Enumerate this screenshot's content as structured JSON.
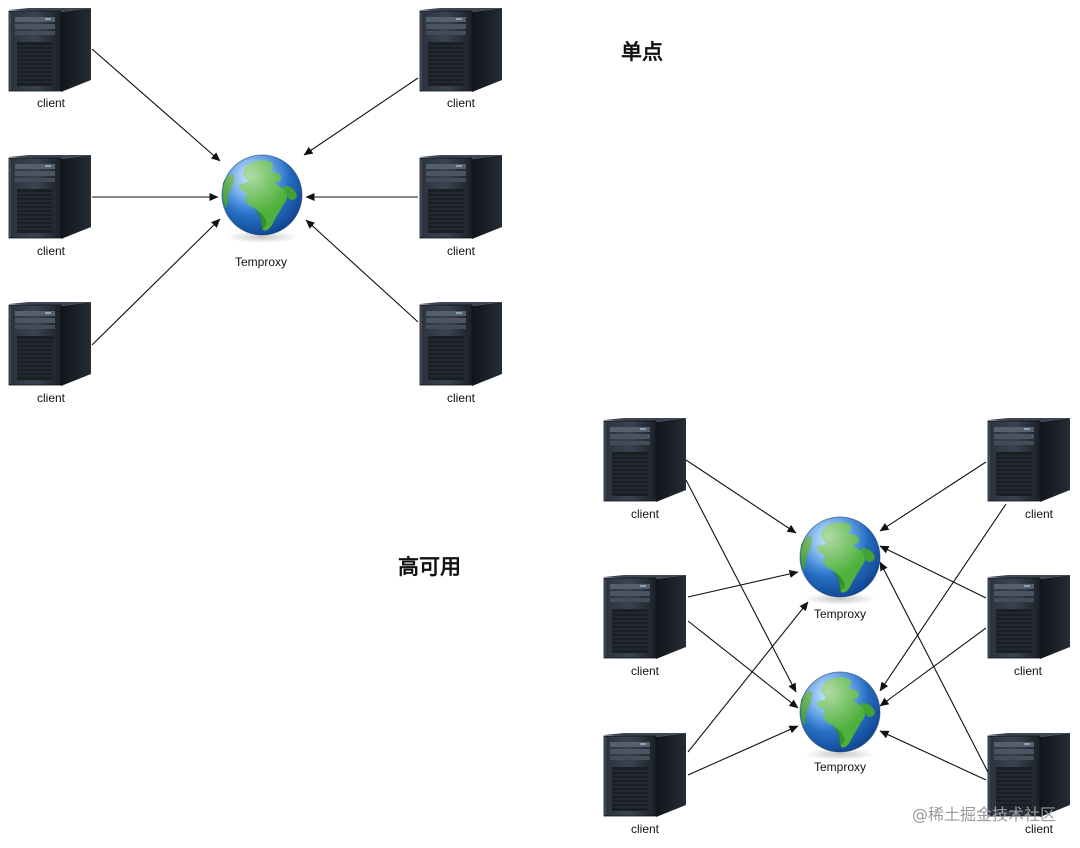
{
  "single": {
    "title": "单点",
    "proxy_label": "Temproxy",
    "client_labels": [
      "client",
      "client",
      "client",
      "client",
      "client",
      "client"
    ]
  },
  "ha": {
    "title": "高可用",
    "proxy_labels": [
      "Temproxy",
      "Temproxy"
    ],
    "client_labels": [
      "client",
      "client",
      "client",
      "client",
      "client",
      "client"
    ]
  },
  "brand_watermark": "@稀土掘金技术社区",
  "icons": {
    "client": "server-tower-icon",
    "proxy": "globe-icon"
  },
  "colors": {
    "edge": "#111111",
    "ocean": "#2f7fd6",
    "land": "#4fb13b",
    "server_body": "#1f2630"
  }
}
